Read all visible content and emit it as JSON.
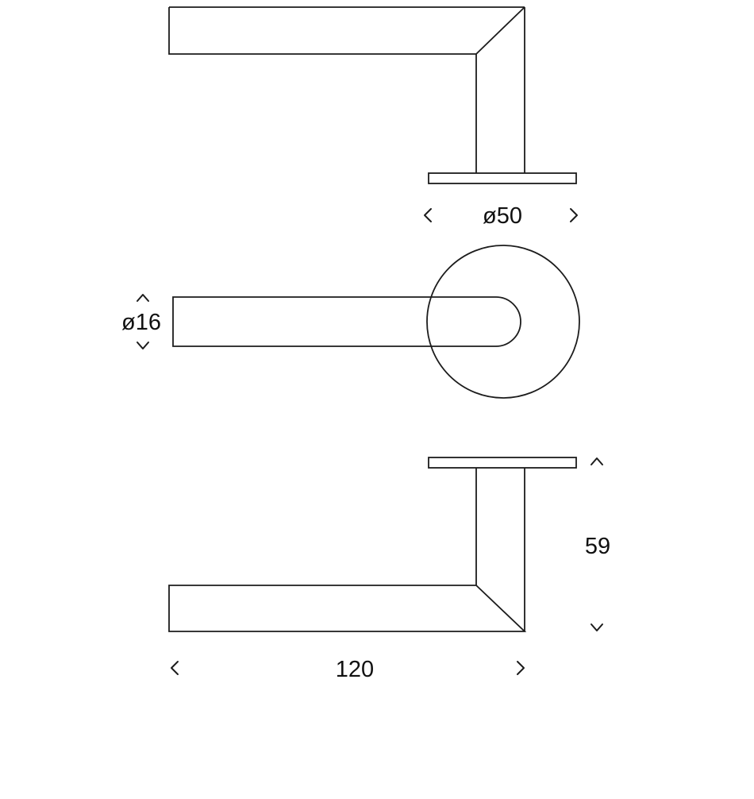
{
  "colors": {
    "line": "#1c1c1c",
    "text": "#111111",
    "background": "#ffffff"
  },
  "drawing": {
    "dimensions": {
      "rose_diameter": "ø50",
      "grip_diameter": "ø16",
      "projection_height": "59",
      "lever_length": "120"
    }
  }
}
